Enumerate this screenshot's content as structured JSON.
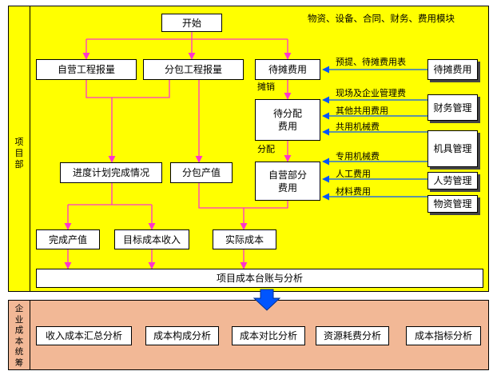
{
  "module_title": "物资、设备、合同、财务、费用模块",
  "project_side_label": "项目部",
  "enterprise_side_label": "企业成本统筹",
  "boxes": {
    "start": "开始",
    "self_report": "自营工程报量",
    "sub_report": "分包工程报量",
    "pending_cost": "待摊费用",
    "to_allocate_line1": "待分配",
    "to_allocate_line2": "费用",
    "self_cost_line1": "自营部分",
    "self_cost_line2": "费用",
    "progress": "进度计划完成情况",
    "sub_output": "分包产值",
    "done_output": "完成产值",
    "target_income": "目标成本收入",
    "actual_cost": "实际成本",
    "ledger": "项目成本台账与分析",
    "src_pending": "待摊费用",
    "src_finance": "财务管理",
    "src_equipment": "机具管理",
    "src_labor": "人劳管理",
    "src_material": "物资管理"
  },
  "edge_labels": {
    "amortize": "摊销",
    "allocate": "分配",
    "prepaid": "预提、待摊费用表",
    "site_mgmt": "现场及企业管理费",
    "other_shared": "其他共用费用",
    "shared_machine": "共用机械费",
    "dedicated_machine": "专用机械费",
    "labor_cost": "人工费用",
    "material_cost": "材料费用"
  },
  "analysis": [
    "收入成本汇总分析",
    "成本构成分析",
    "成本对比分析",
    "资源耗费分析",
    "成本指标分析"
  ],
  "colors": {
    "project_panel": "#ffff00",
    "enterprise_panel": "#f2b896",
    "pink_arrow": "#ff33cc",
    "blue_arrow": "#0055ff"
  }
}
